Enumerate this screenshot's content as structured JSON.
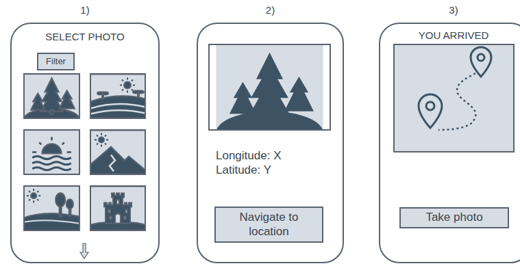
{
  "diagram": {
    "nodes": [
      {
        "text": [
          "1)",
          "SELECT PHOTO"
        ]
      },
      {
        "text": [
          "Filter"
        ],
        "in": 0
      },
      {
        "text": [
          "2)",
          "Longitude: X",
          "Latitude: Y"
        ]
      },
      {
        "text": [
          "Navigate to location"
        ],
        "in": 2
      },
      {
        "text": [
          "3)",
          "YOU ARRIVED"
        ]
      },
      {
        "text": [
          "Take photo"
        ],
        "in": 4
      }
    ]
  }
}
